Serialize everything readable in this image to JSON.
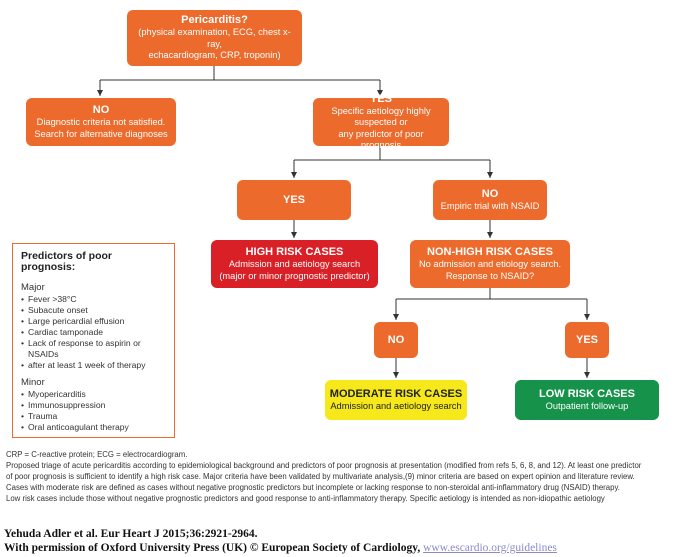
{
  "flowchart": {
    "start": {
      "title": "Pericarditis?",
      "lines": [
        "(physical examination, ECG, chest x-ray,",
        "echacardiogram, CRP, troponin)"
      ]
    },
    "no1": {
      "title": "NO",
      "lines": [
        "Diagnostic criteria not satisfied.",
        "Search for alternative diagnoses"
      ]
    },
    "yes1": {
      "title": "YES",
      "lines": [
        "Specific aetiology highly suspected or",
        "any predictor of poor prognosis"
      ]
    },
    "yes2": {
      "title": "YES"
    },
    "no2": {
      "title": "NO",
      "lines": [
        "Empiric trial with NSAID"
      ]
    },
    "high_risk": {
      "title": "HIGH RISK CASES",
      "lines": [
        "Admission and aetiology search",
        "(major or minor prognostic predictor)"
      ]
    },
    "non_high_risk": {
      "title": "NON-HIGH RISK CASES",
      "lines": [
        "No admission and etiology search.",
        "Response to NSAID?"
      ]
    },
    "no3": {
      "title": "NO"
    },
    "yes3": {
      "title": "YES"
    },
    "moderate_risk": {
      "title": "MODERATE RISK CASES",
      "lines": [
        "Admission and aetiology search"
      ]
    },
    "low_risk": {
      "title": "LOW RISK CASES",
      "lines": [
        "Outpatient follow-up"
      ]
    },
    "colors": {
      "orange": "#ec6a2c",
      "red": "#d92027",
      "yellow": "#f6e81a",
      "green": "#17924a"
    }
  },
  "predictors": {
    "title": "Predictors of poor prognosis:",
    "major_label": "Major",
    "major": [
      "Fever >38°C",
      "Subacute onset",
      "Large pericardial effusion",
      "Cardiac tamponade",
      "Lack of response to aspirin or NSAIDs",
      "after at least 1 week of therapy"
    ],
    "minor_label": "Minor",
    "minor": [
      "Myopericarditis",
      "Immunosuppression",
      "Trauma",
      "Oral anticoagulant therapy"
    ]
  },
  "caption": [
    "CRP = C-reactive protein; ECG = electrocardiogram.",
    "Proposed triage of acute pericarditis according to epidemiological background and predictors of poor prognosis at presentation (modified from refs 5, 6, 8, and 12). At least one predictor",
    "of poor prognosis is sufficient to identify a high risk case. Major criteria have been validated by multivariate analysis,(9) minor criteria are based on expert opinion and literature review.",
    "Cases with moderate risk are defined as cases without negative prognostic predictors but incomplete or lacking response to non-steroidal anti-inflammatory drug (NSAID) therapy.",
    "Low risk cases include those without negative prognostic predictors and good response to anti-inflammatory therapy. Specific aetiology is intended as non-idiopathic aetiology"
  ],
  "citation": {
    "line1": "Yehuda Adler et al. Eur Heart J 2015;36:2921-2964.",
    "line2_prefix": "With permission of Oxford University Press (UK) © European Society of Cardiology, ",
    "link": "www.escardio.org/guidelines"
  }
}
